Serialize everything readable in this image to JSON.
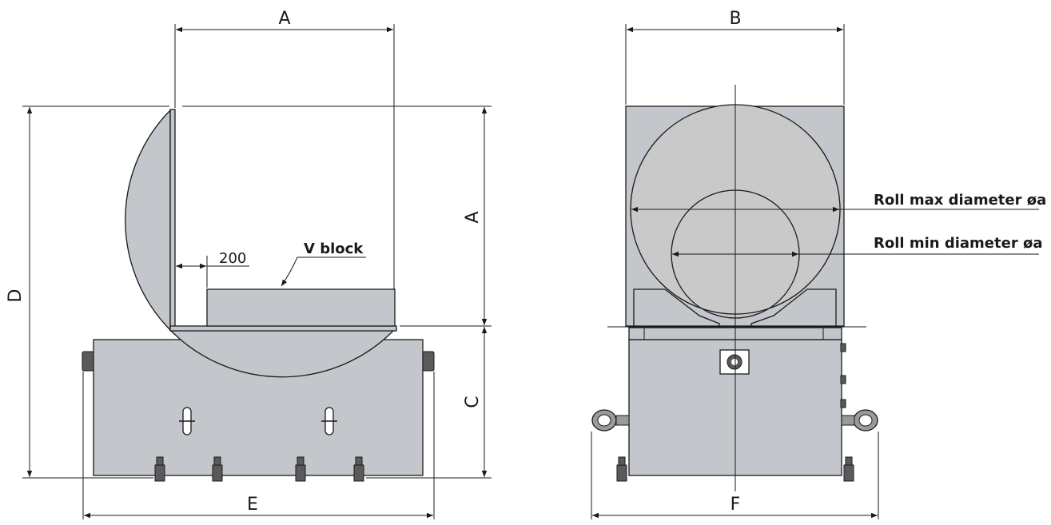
{
  "dimensions": {
    "a_top": "A",
    "a_side": "A",
    "b": "B",
    "c": "C",
    "d": "D",
    "e": "E",
    "f": "F",
    "offset": "200"
  },
  "callouts": {
    "v_block": "V block",
    "roll_max": "Roll max diameter øa",
    "roll_min": "Roll min diameter øa"
  },
  "colors": {
    "body": "#c3c6cb",
    "roll": "#c9c9c9",
    "line": "#1a1a1a"
  }
}
